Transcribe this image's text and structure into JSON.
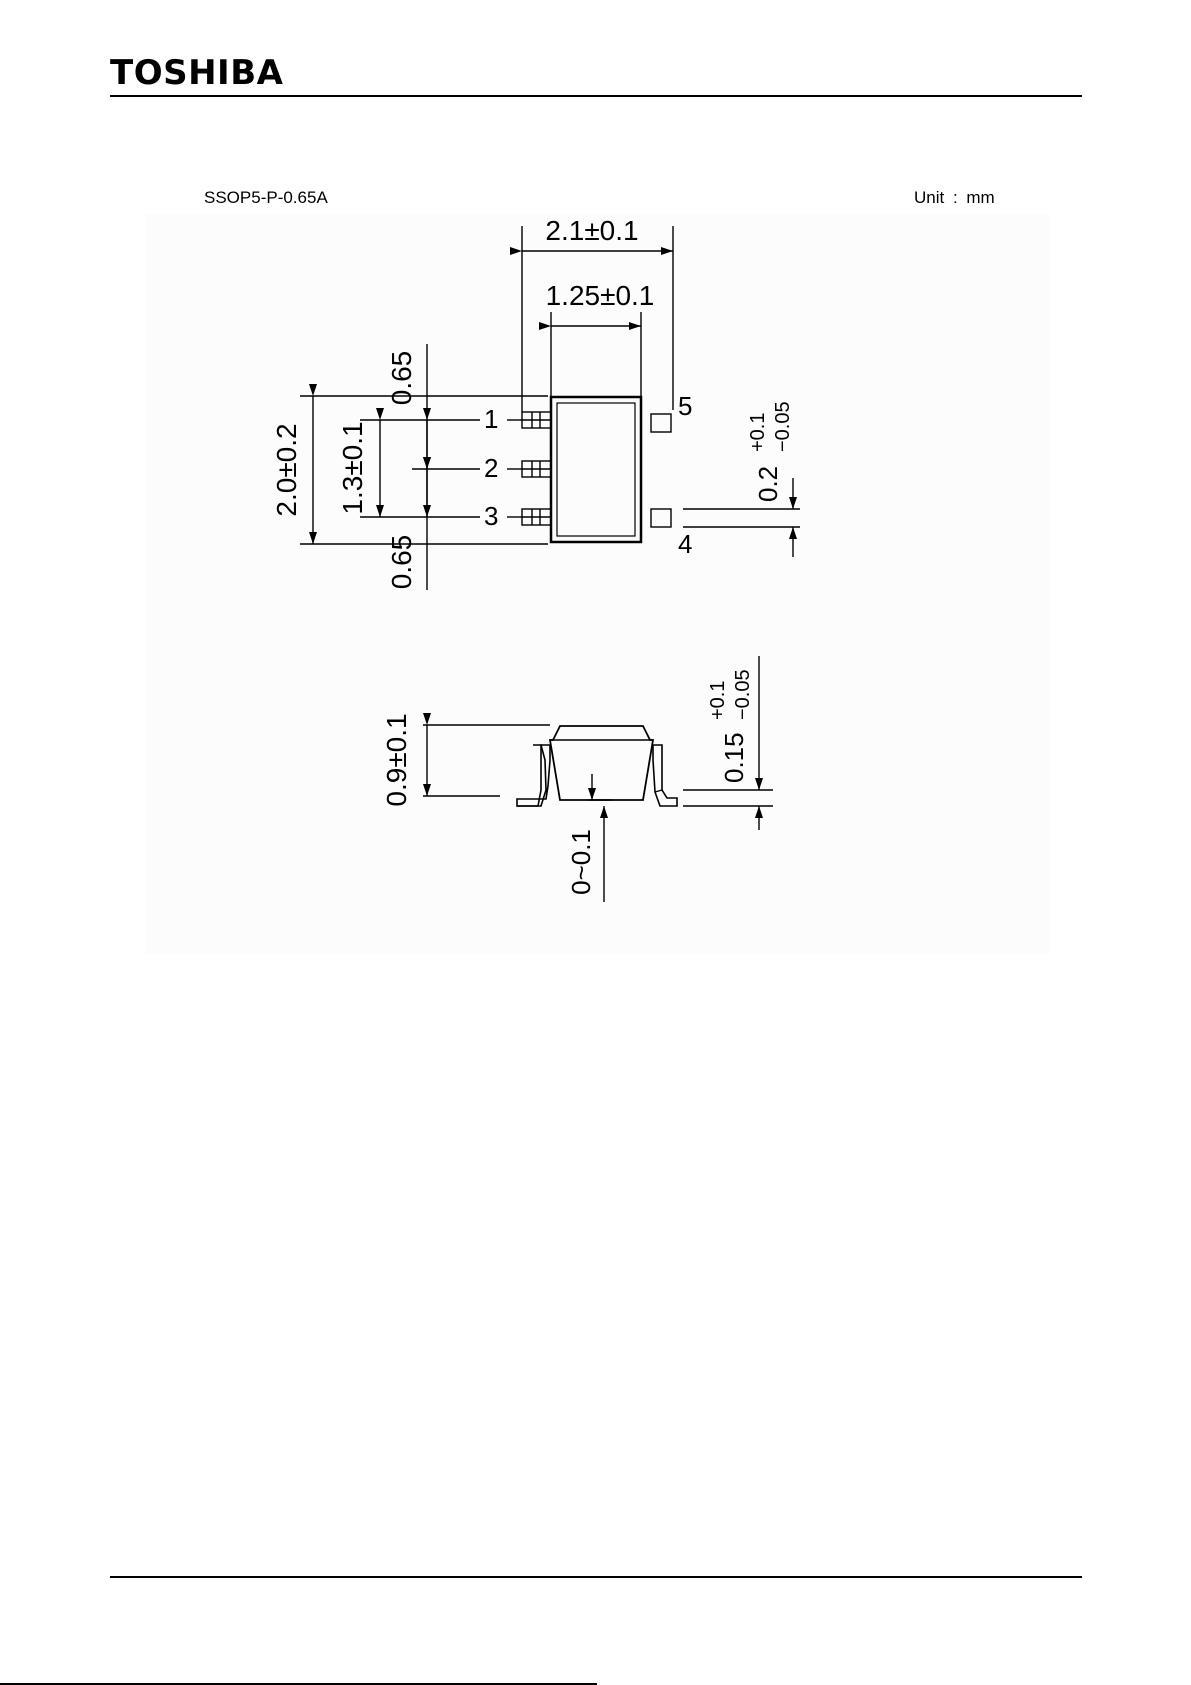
{
  "header": {
    "brand": "TOSHIBA"
  },
  "package": {
    "name": "SSOP5-P-0.65A",
    "unit_label": "Unit : mm"
  },
  "top_view": {
    "width_overall": "2.1±0.1",
    "width_body": "1.25±0.1",
    "height_overall": "2.0±0.2",
    "pin_span": "1.3±0.1",
    "pitch_top": "0.65",
    "pitch_bottom": "0.65",
    "lead_width_base": "0.2",
    "lead_width_plus": "+0.1",
    "lead_width_minus": "−0.05",
    "pins": [
      "1",
      "2",
      "3",
      "4",
      "5"
    ]
  },
  "side_view": {
    "height": "0.9±0.1",
    "standoff": "0~0.1",
    "lead_thickness_base": "0.15",
    "lead_thickness_plus": "+0.1",
    "lead_thickness_minus": "−0.05"
  }
}
